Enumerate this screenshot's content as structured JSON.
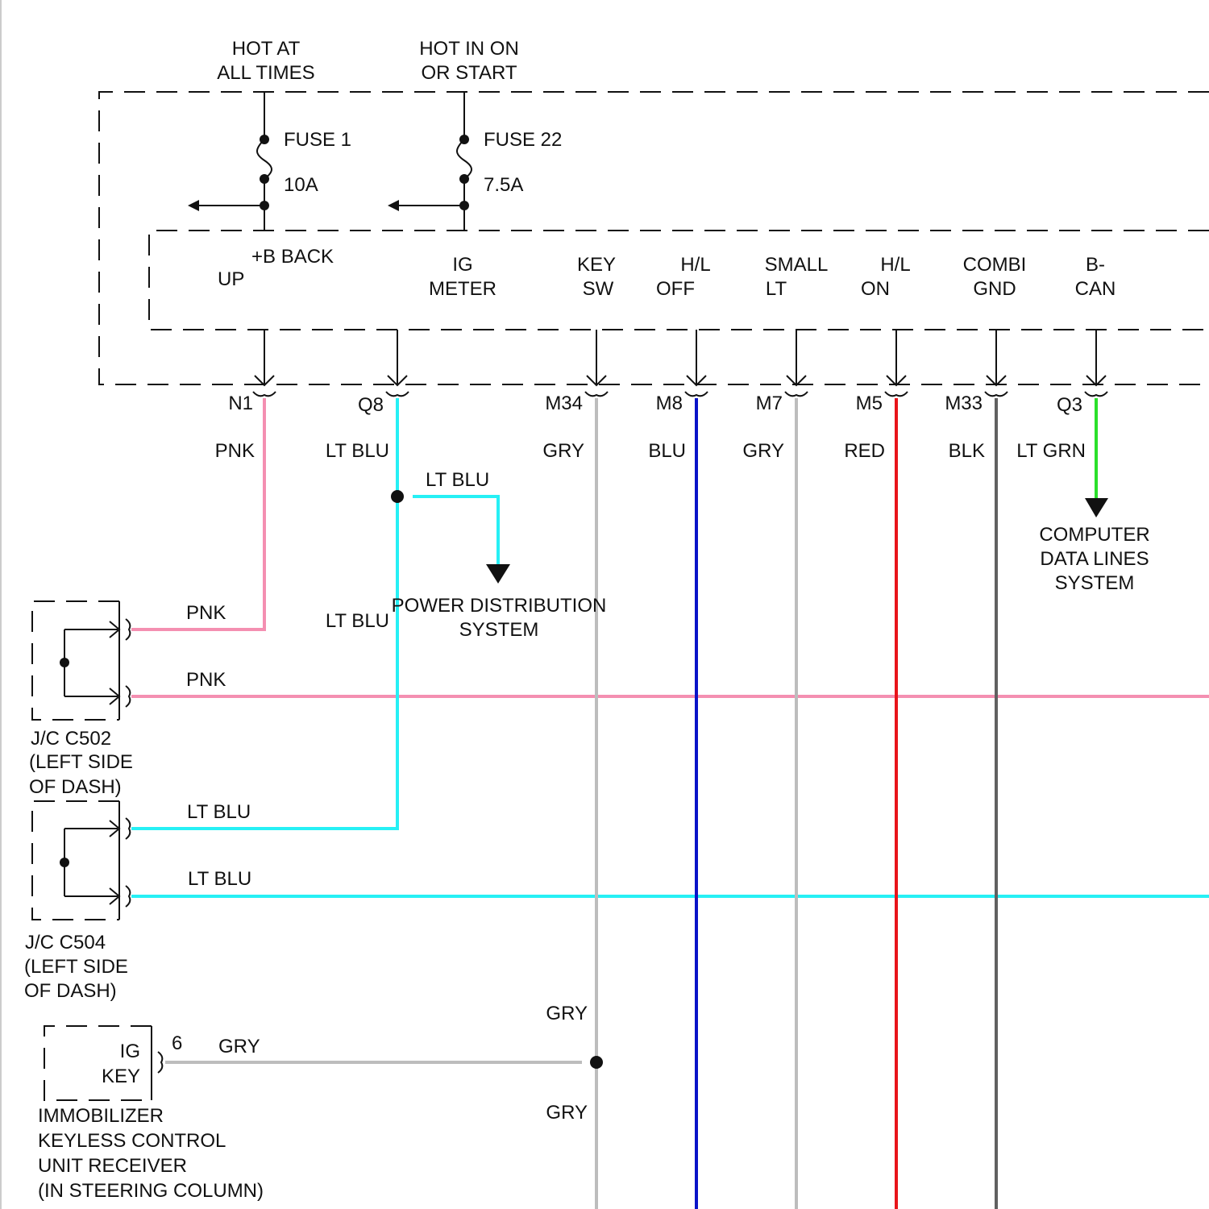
{
  "colors": {
    "pnk": "#f48fb1",
    "lt_blu": "#26f0f5",
    "gry": "#bdbdbd",
    "blu": "#0a14c8",
    "red": "#e8141a",
    "blk": "#606060",
    "lt_grn": "#2be02b"
  },
  "power": {
    "hot_at_all_times": [
      "HOT AT",
      "ALL TIMES"
    ],
    "hot_in_on": [
      "HOT IN ON",
      "OR START"
    ],
    "fuse1": {
      "name": "FUSE 1",
      "rating": "10A"
    },
    "fuse22": {
      "name": "FUSE 22",
      "rating": "7.5A"
    }
  },
  "module_pins": [
    {
      "lines": [
        "+B BACK",
        "UP"
      ],
      "pin": "N1",
      "wire": "PNK"
    },
    {
      "lines": [
        "IG",
        "METER"
      ],
      "pin": "Q8",
      "wire": "LT BLU"
    },
    {
      "lines": [
        "KEY",
        "SW"
      ],
      "pin": "M34",
      "wire": "GRY"
    },
    {
      "lines": [
        "H/L",
        "OFF"
      ],
      "pin": "M8",
      "wire": "BLU"
    },
    {
      "lines": [
        "SMALL",
        "LT"
      ],
      "pin": "M7",
      "wire": "GRY"
    },
    {
      "lines": [
        "H/L",
        "ON"
      ],
      "pin": "M5",
      "wire": "RED"
    },
    {
      "lines": [
        "COMBI",
        "GND"
      ],
      "pin": "M33",
      "wire": "BLK"
    },
    {
      "lines": [
        "B-",
        "CAN"
      ],
      "pin": "Q3",
      "wire": "LT GRN"
    }
  ],
  "branches": {
    "lt_blu_branch": "LT BLU",
    "power_distribution": [
      "POWER DISTRIBUTION",
      "SYSTEM"
    ],
    "lt_blu_lower": "LT BLU",
    "computer_data": [
      "COMPUTER",
      "DATA LINES",
      "SYSTEM"
    ]
  },
  "junctions": {
    "c502": {
      "wire_top": "PNK",
      "wire_bottom": "PNK",
      "label": [
        "J/C C502",
        "(LEFT SIDE",
        "OF DASH)"
      ]
    },
    "c504": {
      "wire_top": "LT BLU",
      "wire_bottom": "LT BLU",
      "label": [
        "J/C C504",
        "(LEFT SIDE",
        "OF DASH)"
      ]
    }
  },
  "immobilizer": {
    "inner": [
      "IG",
      "KEY"
    ],
    "pin": "6",
    "wire": "GRY",
    "label": [
      "IMMOBILIZER",
      "KEYLESS CONTROL",
      "UNIT RECEIVER",
      "(IN STEERING COLUMN)"
    ],
    "gry_upper": "GRY",
    "gry_lower": "GRY"
  }
}
